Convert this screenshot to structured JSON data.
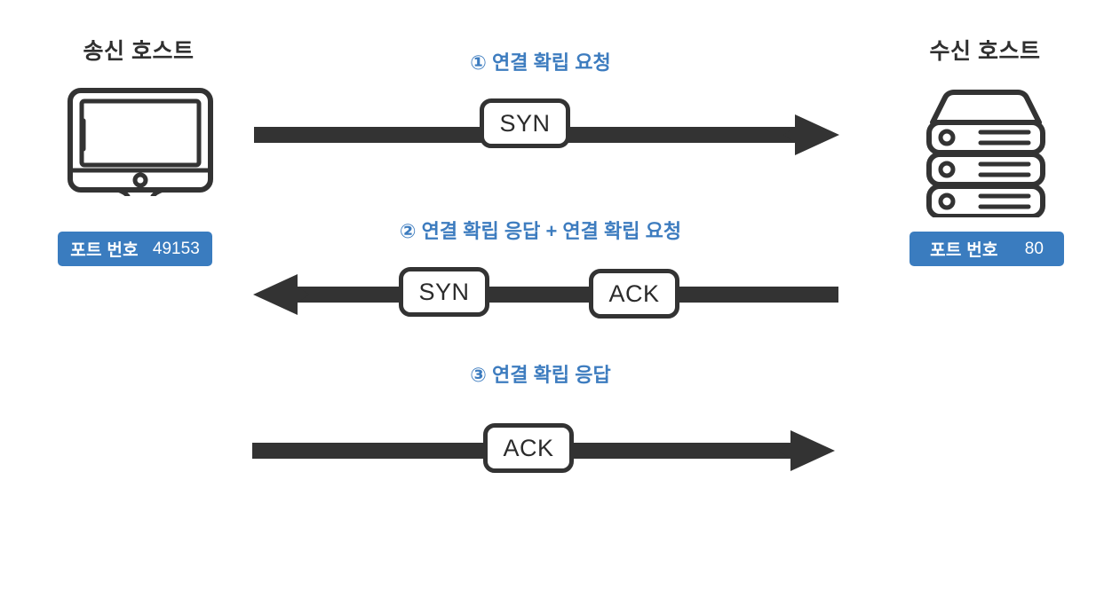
{
  "diagram": {
    "title_semantic": "tcp-three-way-handshake",
    "colors": {
      "accent_blue": "#3d7cbf",
      "badge_blue": "#3a7cbf",
      "line_dark": "#333333",
      "text_dark": "#2f2f2f",
      "background": "#ffffff"
    }
  },
  "hosts": {
    "left": {
      "title": "송신 호스트",
      "icon": "desktop-computer-icon",
      "port_label": "포트 번호",
      "port_value": "49153"
    },
    "right": {
      "title": "수신 호스트",
      "icon": "server-stack-icon",
      "port_label": "포트 번호",
      "port_value": "80"
    }
  },
  "steps": [
    {
      "number": "①",
      "label": "① 연결 확립 요청",
      "direction": "right",
      "flags": [
        "SYN"
      ]
    },
    {
      "number": "②",
      "label": "② 연결 확립 응답 + 연결 확립 요청",
      "direction": "left",
      "flags": [
        "SYN",
        "ACK"
      ]
    },
    {
      "number": "③",
      "label": "③ 연결 확립 응답",
      "direction": "right",
      "flags": [
        "ACK"
      ]
    }
  ],
  "flags": {
    "syn_1": "SYN",
    "syn_2": "SYN",
    "ack_2": "ACK",
    "ack_3": "ACK"
  }
}
